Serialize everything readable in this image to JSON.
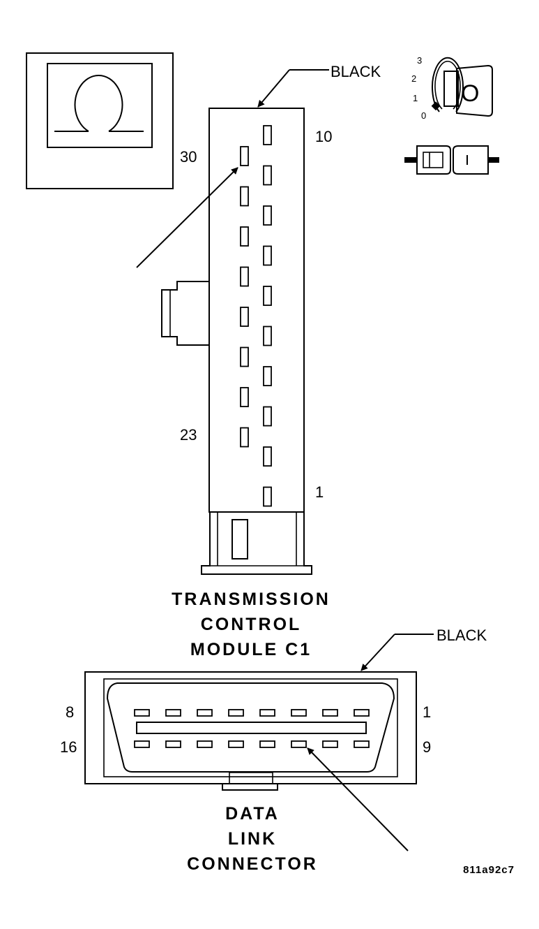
{
  "ohmmeter": {
    "symbol": "Ω",
    "icon": "ohmmeter-icon"
  },
  "ignition": {
    "icon": "ignition-key-icon",
    "positions": [
      "3",
      "2",
      "1",
      "0"
    ],
    "key_label": "O",
    "connector_icon": "disconnected-connector-icon"
  },
  "tcm_connector": {
    "color_label": "BLACK",
    "pin_labels": {
      "top_right": "10",
      "top_left": "30",
      "bottom_left": "23",
      "bottom_right": "1"
    },
    "title_lines": [
      "TRANSMISSION",
      "CONTROL",
      "MODULE C1"
    ]
  },
  "dlc_connector": {
    "color_label": "BLACK",
    "pin_labels": {
      "top_left": "8",
      "top_right": "1",
      "bottom_left": "16",
      "bottom_right": "9"
    },
    "title_lines": [
      "DATA",
      "LINK",
      "CONNECTOR"
    ]
  },
  "figure_code": "811a92c7"
}
